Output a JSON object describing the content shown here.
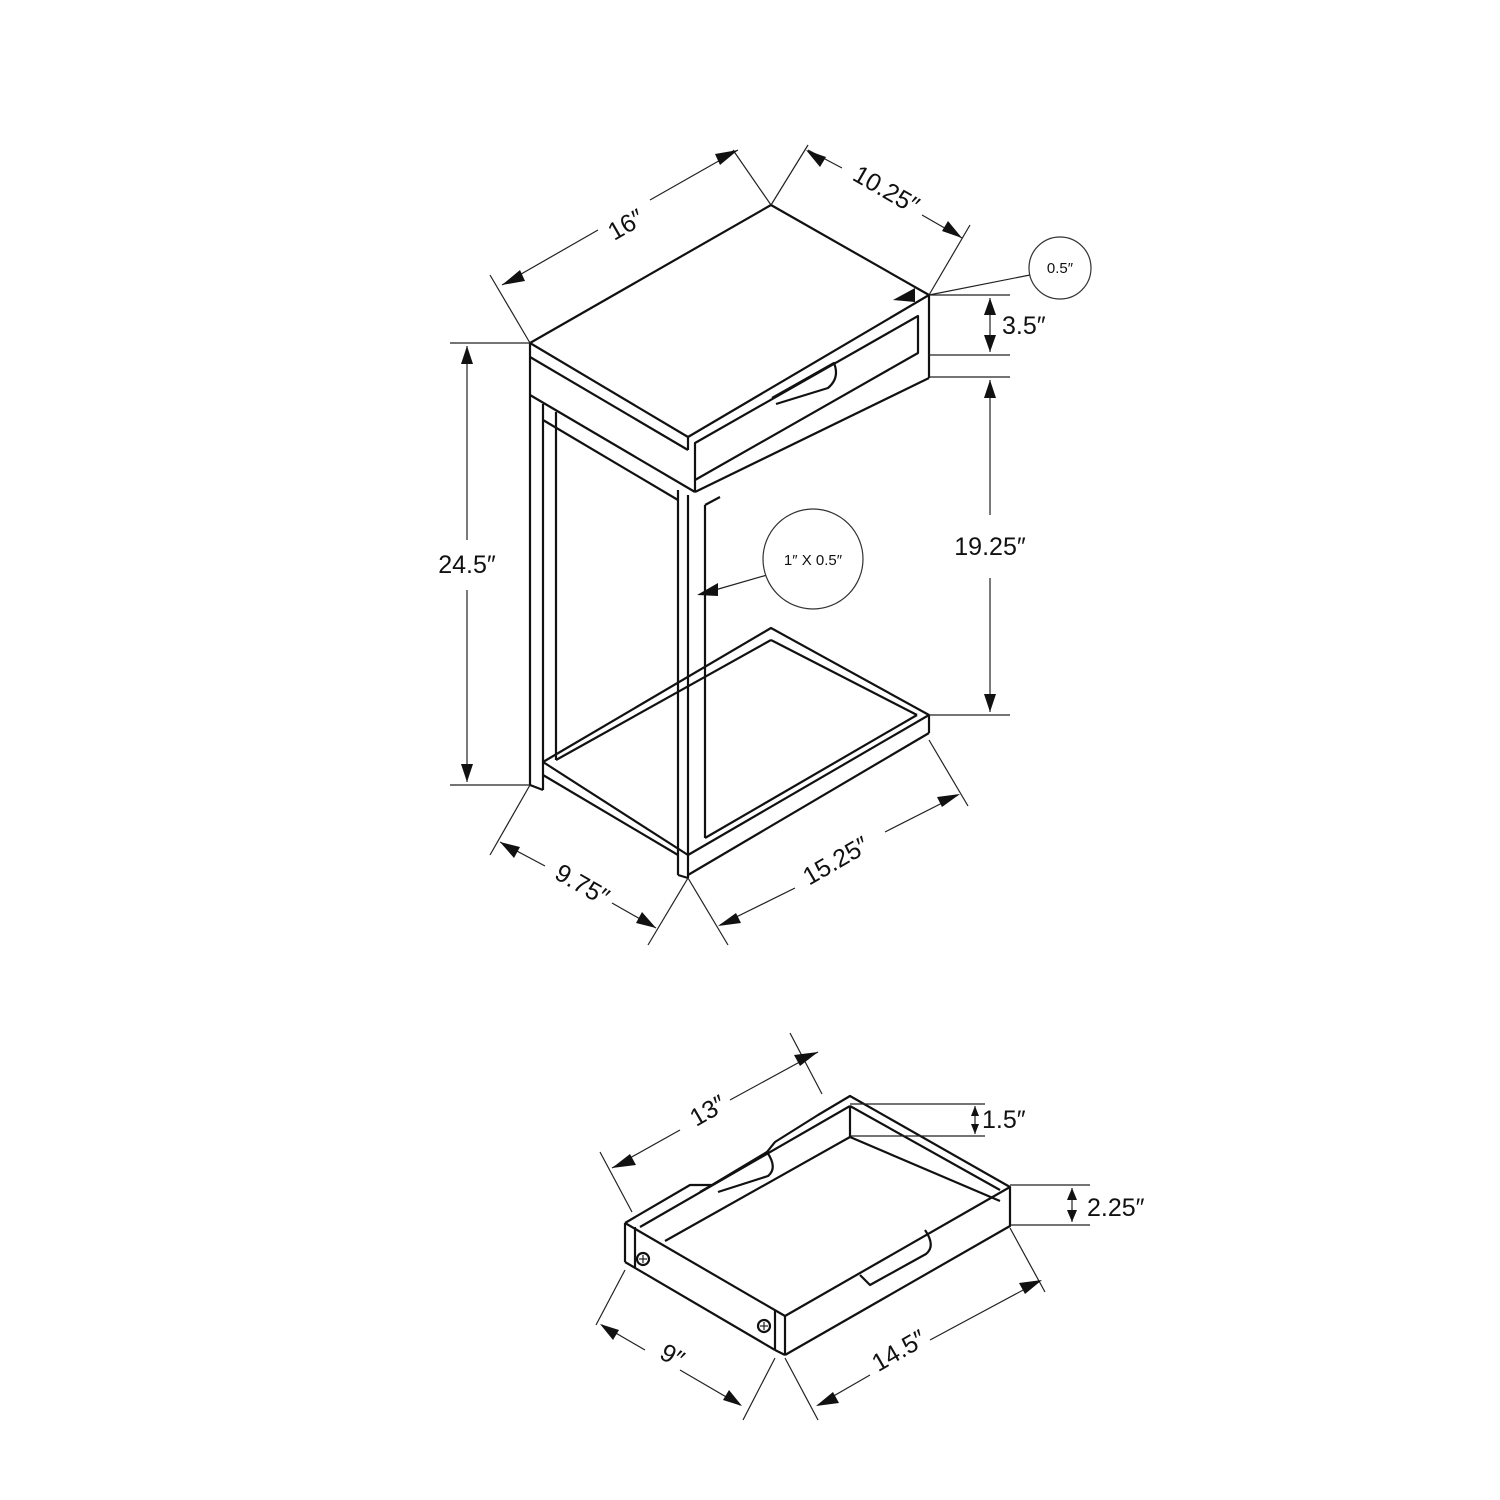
{
  "diagram": {
    "type": "dimension-drawing",
    "subject": "C-shaped accent table with drawer",
    "line_color": "#111111",
    "background": "#ffffff"
  },
  "table": {
    "top_width": "16″",
    "top_depth": "10.25″",
    "top_thickness_callout": "0.5″",
    "drawer_height": "3.5″",
    "overall_height": "24.5″",
    "clearance_height": "19.25″",
    "leg_profile_callout": "1″ X 0.5″",
    "base_depth": "9.75″",
    "base_width": "15.25″"
  },
  "drawer": {
    "length_top": "13″",
    "inner_depth": "1.5″",
    "outer_height": "2.25″",
    "width": "9″",
    "length_bottom": "14.5″"
  }
}
